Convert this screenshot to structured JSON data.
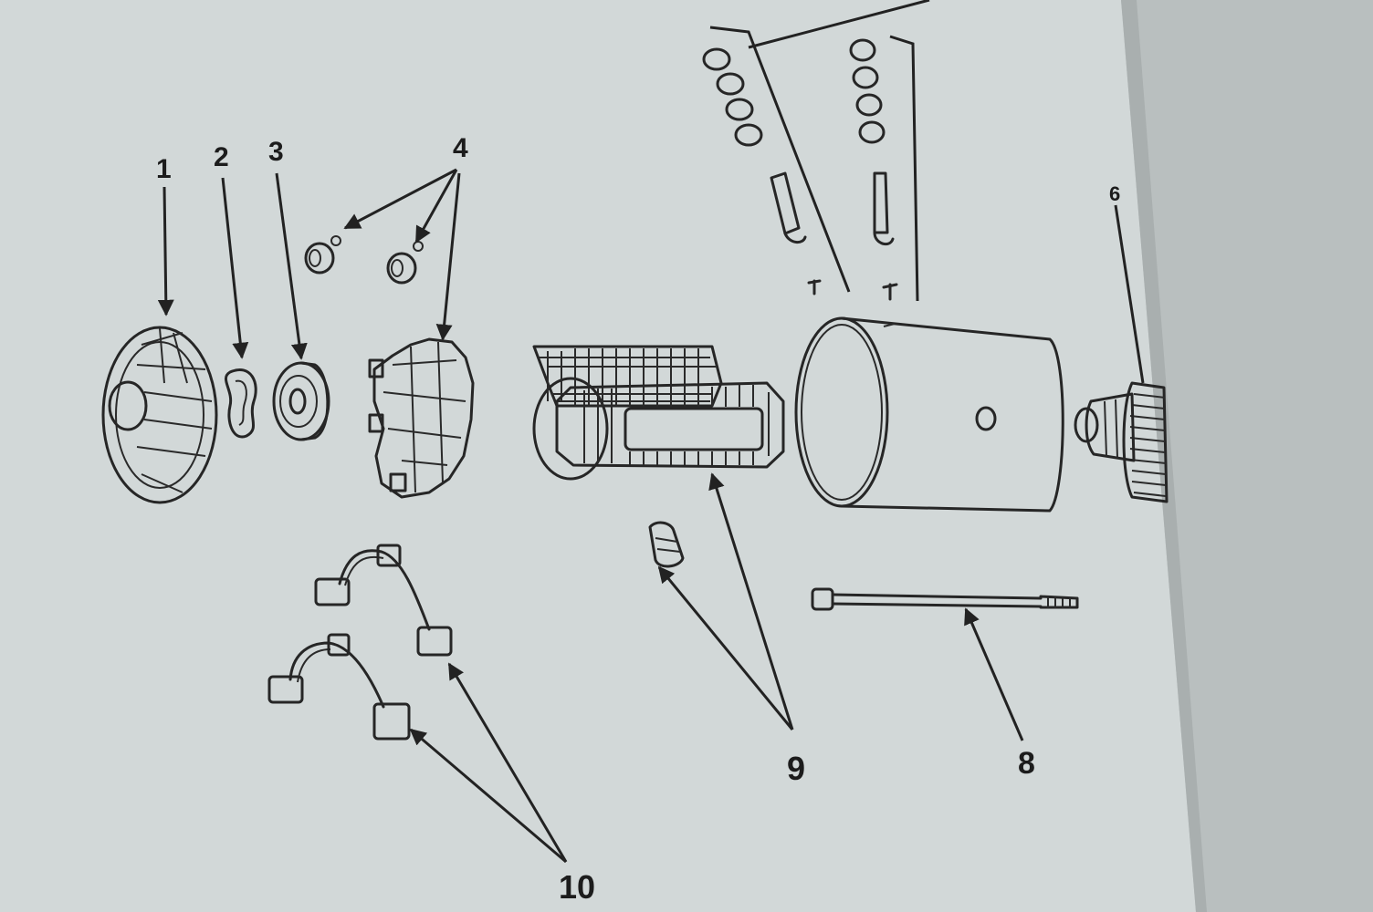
{
  "figure": {
    "background_color": "#b9bfbf",
    "page_color": "#d2d8d8",
    "ink_color": "#262626",
    "callouts": [
      {
        "id": "c1",
        "text": "1"
      },
      {
        "id": "c2",
        "text": "2"
      },
      {
        "id": "c3",
        "text": "3"
      },
      {
        "id": "c4",
        "text": "4"
      },
      {
        "id": "c6",
        "text": "6"
      },
      {
        "id": "c8",
        "text": "8"
      },
      {
        "id": "c9",
        "text": "9"
      },
      {
        "id": "c10",
        "text": "10"
      }
    ],
    "parts": [
      "end-cap",
      "seal-ring",
      "ball-bearing",
      "brush-holder-with-clips",
      "field-coils",
      "motor-housing",
      "drive-gear",
      "through-bolt",
      "terminal-insulator",
      "brush-leads",
      "terminal-hardware-sets"
    ]
  }
}
